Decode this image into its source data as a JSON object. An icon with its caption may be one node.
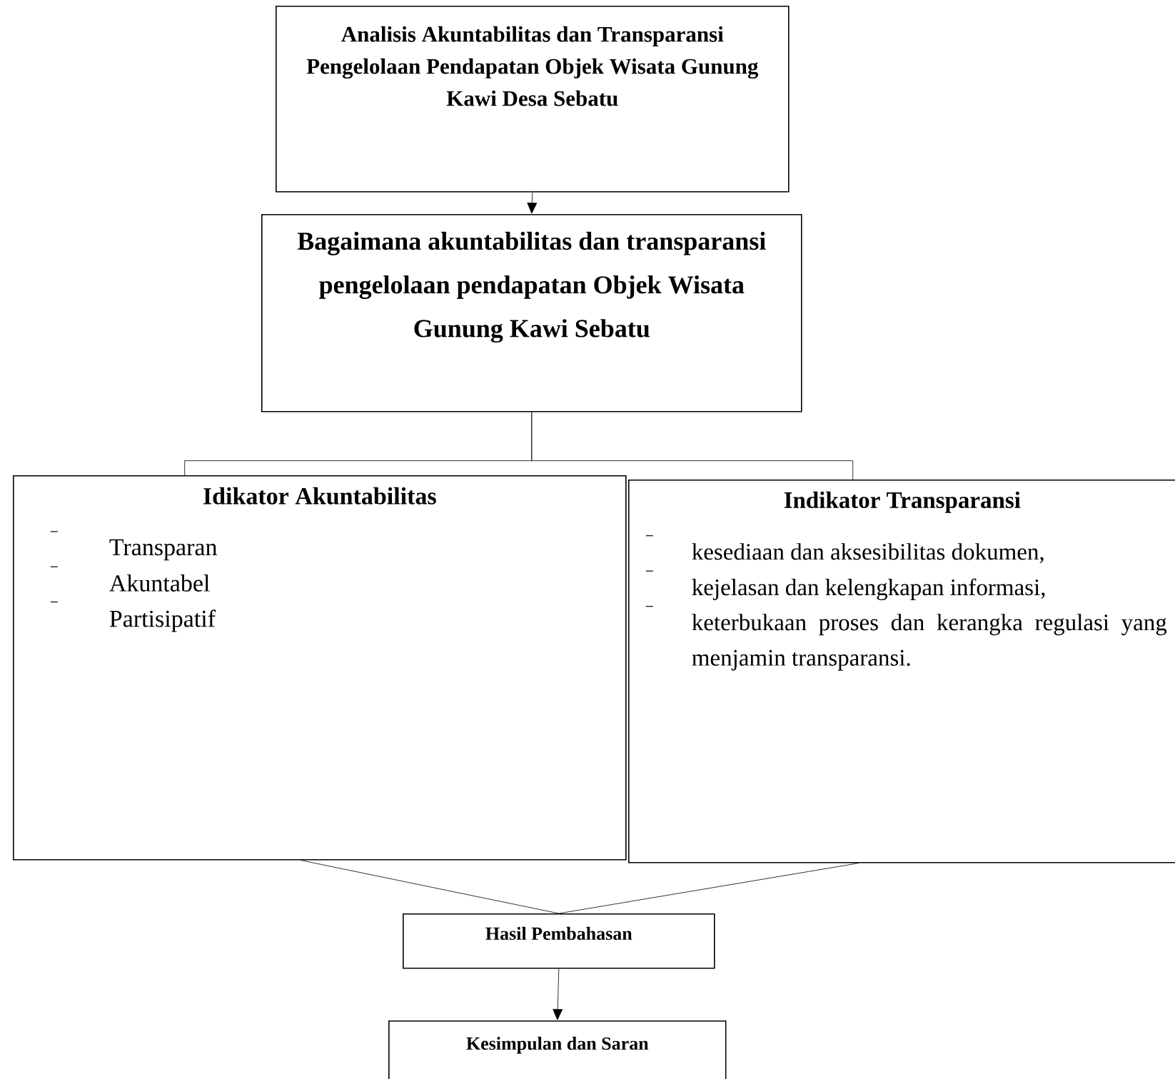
{
  "diagram": {
    "nodes": [
      {
        "text": [
          "Analisis Akuntabilitas dan Transparansi Pengelolaan Pendapatan Objek Wisata Gunung Kawi Desa Sebatu"
        ]
      },
      {
        "text": [
          "Bagaimana akuntabilitas dan transparansi pengelolaan pendapatan Objek Wisata Gunung Kawi Sebatu"
        ]
      },
      {
        "text": [
          "Idikator Akuntabilitas",
          "Transparan",
          "Akuntabel",
          "Partisipatif"
        ]
      },
      {
        "text": [
          "Indikator Transparansi",
          "kesediaan dan aksesibilitas dokumen,",
          "kejelasan dan kelengkapan informasi,",
          "keterbukaan proses dan kerangka regulasi yang menjamin transparansi."
        ]
      },
      {
        "text": [
          "Hasil Pembahasan"
        ]
      },
      {
        "text": [
          "Kesimpulan dan Saran"
        ]
      }
    ],
    "edges": [
      {
        "from": 0,
        "to": 1,
        "arrow": "to"
      },
      {
        "from": 1,
        "to": 2,
        "arrow": "none"
      },
      {
        "from": 1,
        "to": 3,
        "arrow": "none"
      },
      {
        "from": 2,
        "to": 4,
        "arrow": "none"
      },
      {
        "from": 3,
        "to": 4,
        "arrow": "none"
      },
      {
        "from": 4,
        "to": 5,
        "arrow": "to"
      }
    ]
  }
}
